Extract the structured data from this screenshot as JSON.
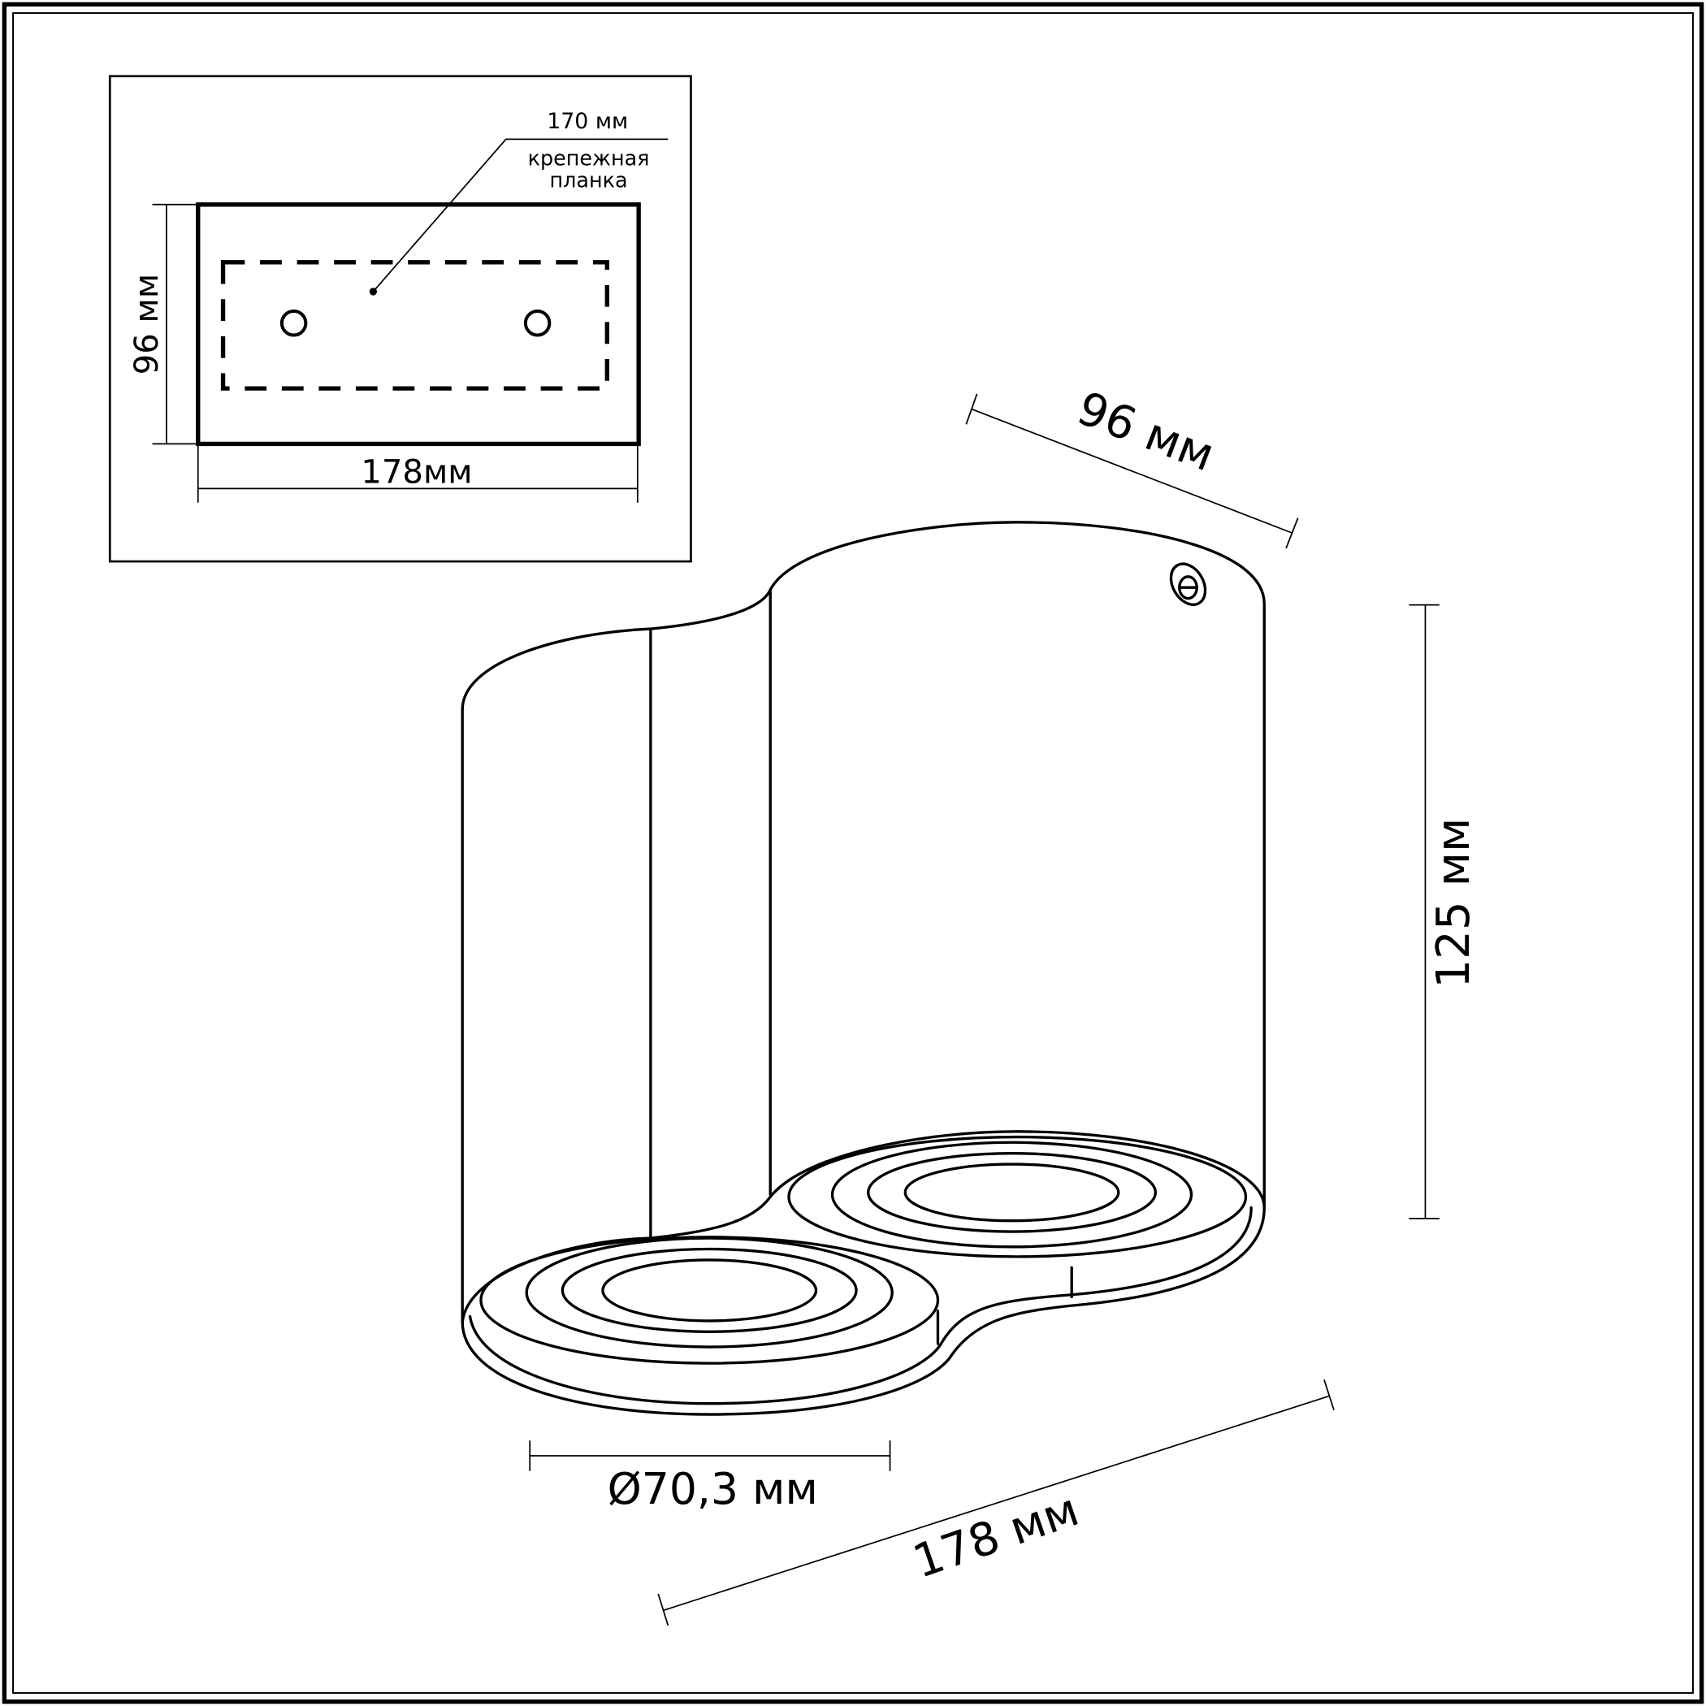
{
  "inset": {
    "bracket_length": "170 мм",
    "bracket_label_line1": "крепежная",
    "bracket_label_line2": "планка",
    "height": "96 мм",
    "width": "178мм"
  },
  "main": {
    "depth": "96 мм",
    "height": "125 мм",
    "lens_diameter": "Ø70,3 мм",
    "length": "178 мм"
  }
}
